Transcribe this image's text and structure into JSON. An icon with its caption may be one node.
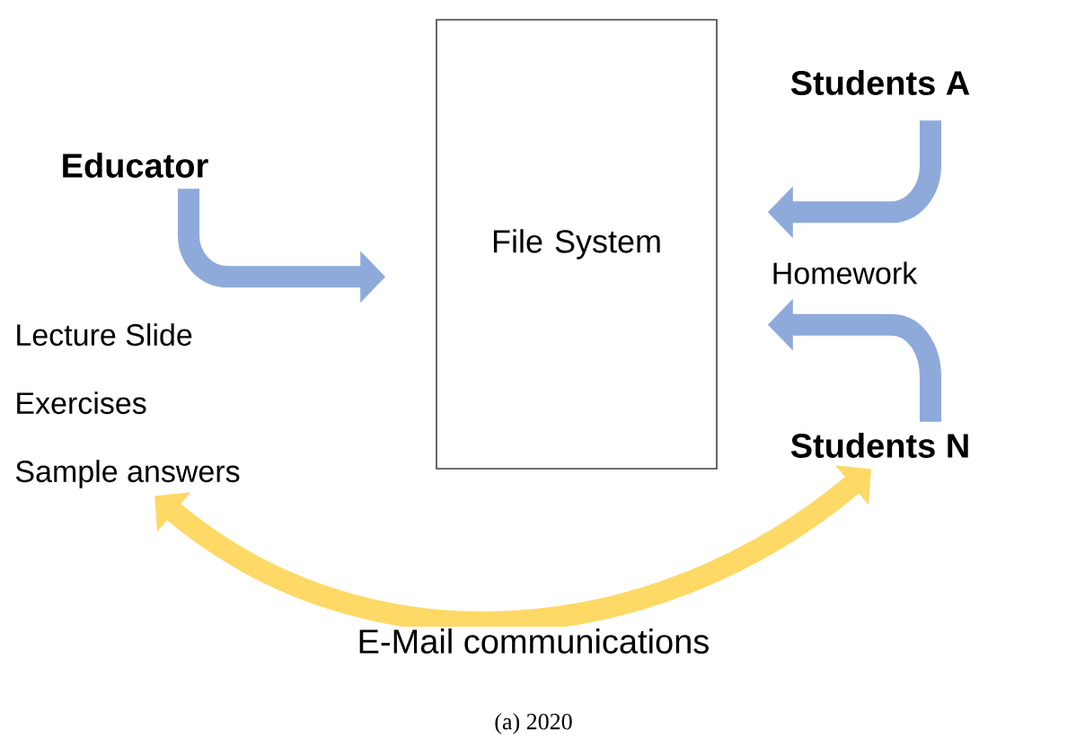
{
  "diagram": {
    "caption": "(a) 2020",
    "nodes": [
      {
        "text": [
          "File System"
        ]
      },
      {
        "text": [
          "Educator"
        ]
      },
      {
        "text": [
          "Students A"
        ]
      },
      {
        "text": [
          "Students N"
        ]
      },
      {
        "text": [
          "Lecture Slide",
          "Exercises",
          "Sample answers"
        ]
      }
    ],
    "edges": [
      {
        "from": 1,
        "to": 0,
        "arrow": "to"
      },
      {
        "from": 2,
        "to": 0,
        "arrow": "to"
      },
      {
        "from": 3,
        "to": 0,
        "arrow": "to"
      },
      {
        "from": 4,
        "to": 3,
        "arrow": "both",
        "label": "E-Mail communications",
        "color": "#ffd966"
      }
    ],
    "labels": [
      "Homework"
    ]
  }
}
